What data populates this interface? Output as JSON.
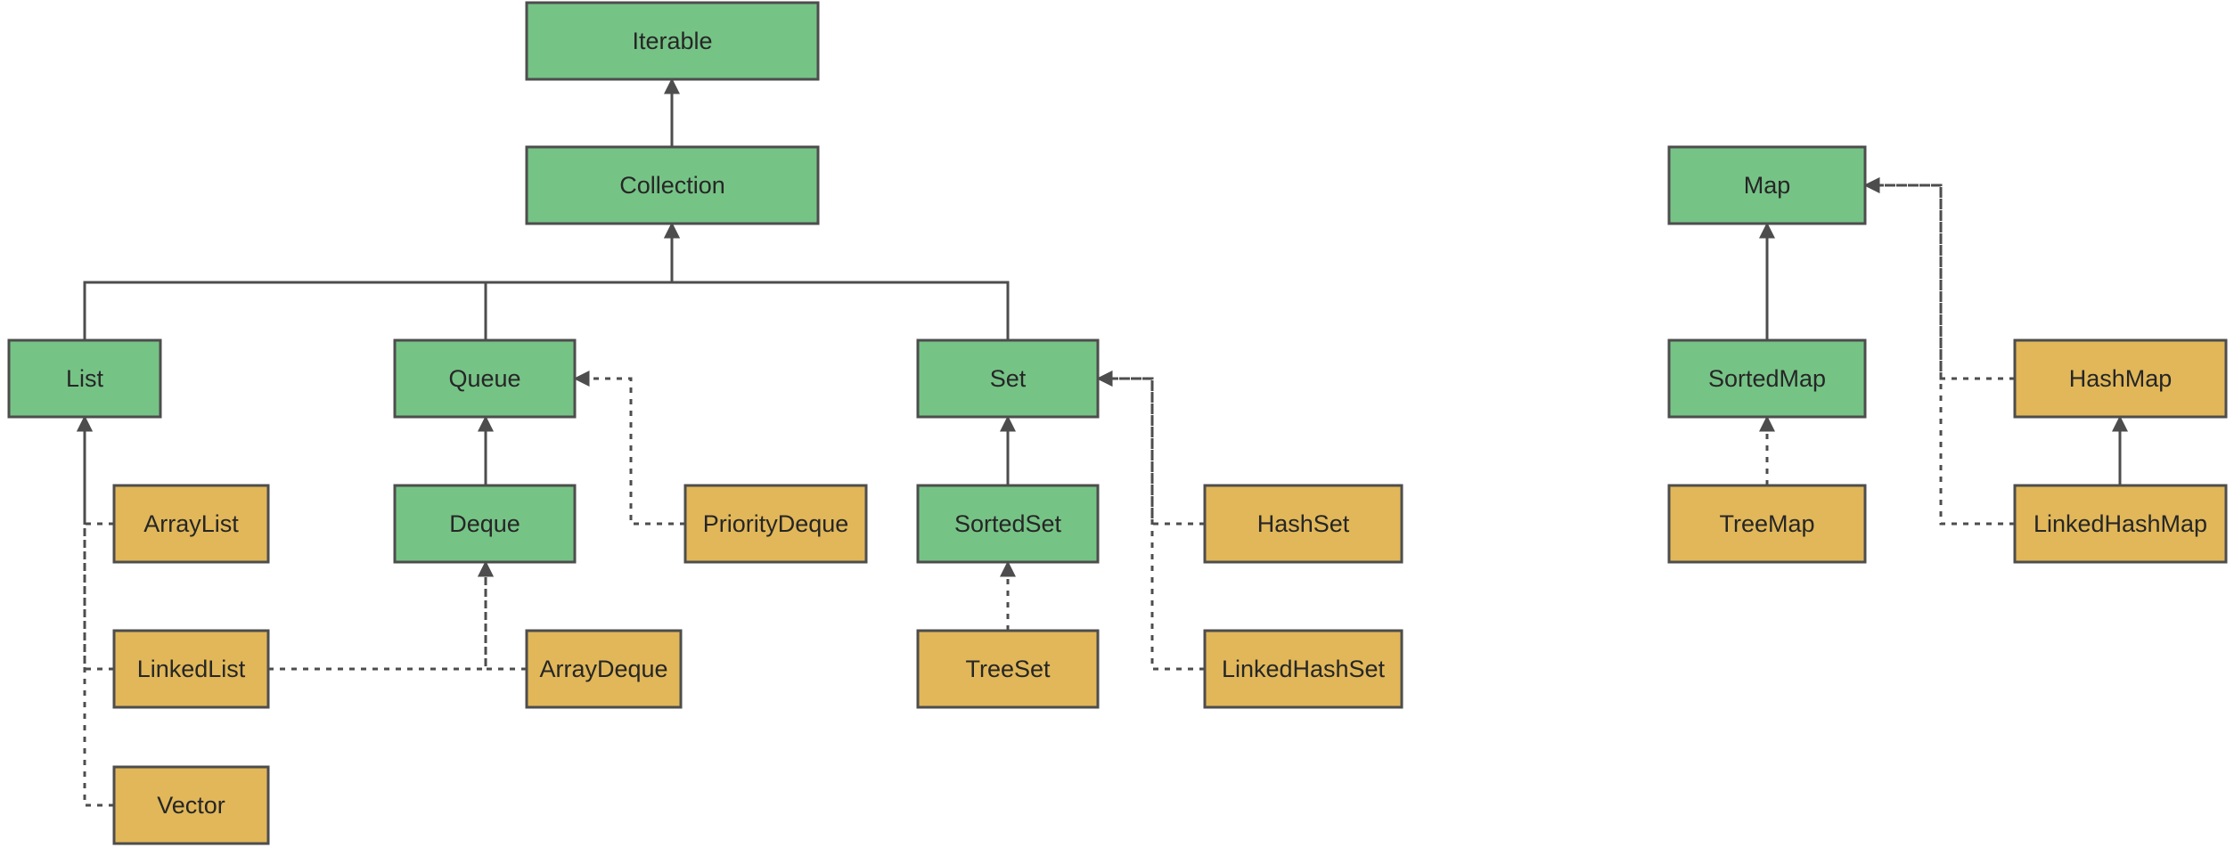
{
  "colors": {
    "interface": "#76c386",
    "implementation": "#e1b759",
    "border": "#4d4d4d",
    "text": "#262626"
  },
  "nodes": [
    {
      "id": "iterable",
      "label": "Iterable",
      "kind": "interface"
    },
    {
      "id": "collection",
      "label": "Collection",
      "kind": "interface"
    },
    {
      "id": "list",
      "label": "List",
      "kind": "interface"
    },
    {
      "id": "queue",
      "label": "Queue",
      "kind": "interface"
    },
    {
      "id": "set",
      "label": "Set",
      "kind": "interface"
    },
    {
      "id": "deque",
      "label": "Deque",
      "kind": "interface"
    },
    {
      "id": "sortedset",
      "label": "SortedSet",
      "kind": "interface"
    },
    {
      "id": "map",
      "label": "Map",
      "kind": "interface"
    },
    {
      "id": "sortedmap",
      "label": "SortedMap",
      "kind": "interface"
    },
    {
      "id": "arraylist",
      "label": "ArrayList",
      "kind": "implementation"
    },
    {
      "id": "linkedlist",
      "label": "LinkedList",
      "kind": "implementation"
    },
    {
      "id": "vector",
      "label": "Vector",
      "kind": "implementation"
    },
    {
      "id": "arraydeque",
      "label": "ArrayDeque",
      "kind": "implementation"
    },
    {
      "id": "prioritydeque",
      "label": "PriorityDeque",
      "kind": "implementation"
    },
    {
      "id": "treeset",
      "label": "TreeSet",
      "kind": "implementation"
    },
    {
      "id": "hashset",
      "label": "HashSet",
      "kind": "implementation"
    },
    {
      "id": "linkedhashset",
      "label": "LinkedHashSet",
      "kind": "implementation"
    },
    {
      "id": "treemap",
      "label": "TreeMap",
      "kind": "implementation"
    },
    {
      "id": "hashmap",
      "label": "HashMap",
      "kind": "implementation"
    },
    {
      "id": "linkedhashmap",
      "label": "LinkedHashMap",
      "kind": "implementation"
    }
  ],
  "edges": [
    {
      "from": "collection",
      "to": "iterable",
      "style": "solid"
    },
    {
      "from": "list",
      "to": "collection",
      "style": "solid"
    },
    {
      "from": "queue",
      "to": "collection",
      "style": "solid"
    },
    {
      "from": "set",
      "to": "collection",
      "style": "solid"
    },
    {
      "from": "deque",
      "to": "queue",
      "style": "solid"
    },
    {
      "from": "sortedset",
      "to": "set",
      "style": "solid"
    },
    {
      "from": "sortedmap",
      "to": "map",
      "style": "solid"
    },
    {
      "from": "linkedhashmap",
      "to": "hashmap",
      "style": "solid"
    },
    {
      "from": "arraylist",
      "to": "list",
      "style": "dashed"
    },
    {
      "from": "linkedlist",
      "to": "list",
      "style": "dashed"
    },
    {
      "from": "vector",
      "to": "list",
      "style": "dashed"
    },
    {
      "from": "linkedlist",
      "to": "deque",
      "style": "dashed"
    },
    {
      "from": "arraydeque",
      "to": "deque",
      "style": "dashed"
    },
    {
      "from": "prioritydeque",
      "to": "queue",
      "style": "dashed"
    },
    {
      "from": "treeset",
      "to": "sortedset",
      "style": "dashed"
    },
    {
      "from": "hashset",
      "to": "set",
      "style": "dashed"
    },
    {
      "from": "linkedhashset",
      "to": "set",
      "style": "dashed"
    },
    {
      "from": "treemap",
      "to": "sortedmap",
      "style": "dashed"
    },
    {
      "from": "hashmap",
      "to": "map",
      "style": "dashed"
    },
    {
      "from": "linkedhashmap",
      "to": "map",
      "style": "dashed"
    }
  ]
}
